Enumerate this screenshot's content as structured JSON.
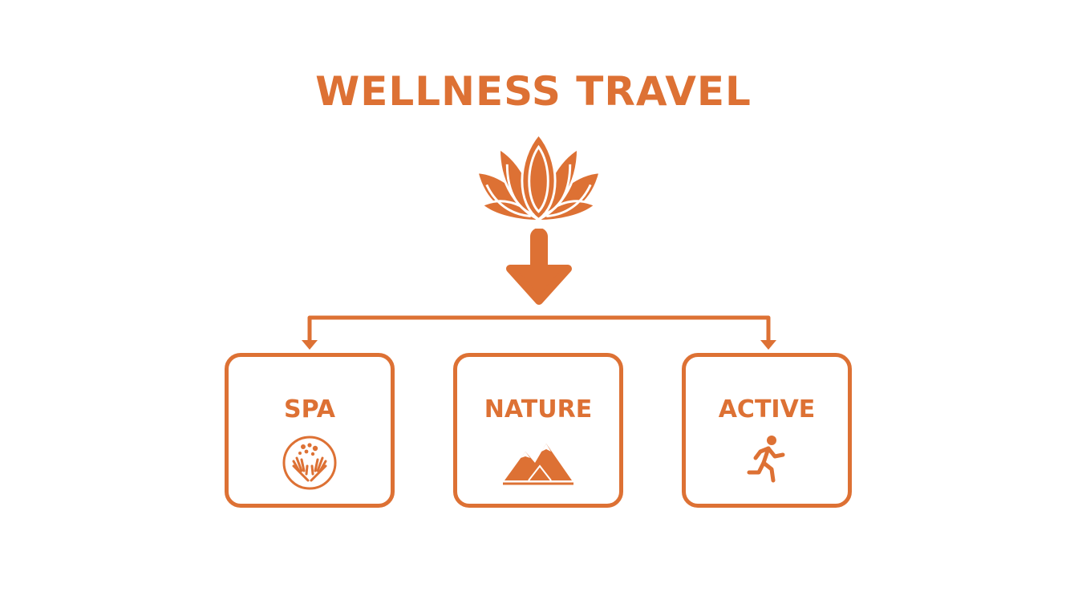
{
  "diagram": {
    "title": "WELLNESS TRAVEL",
    "root_icon": "lotus-icon",
    "categories": [
      {
        "label": "SPA",
        "icon": "spa-hands-icon"
      },
      {
        "label": "NATURE",
        "icon": "mountains-icon"
      },
      {
        "label": "ACTIVE",
        "icon": "running-person-icon"
      }
    ]
  },
  "colors": {
    "accent": "#dd7134",
    "background": "#ffffff"
  }
}
